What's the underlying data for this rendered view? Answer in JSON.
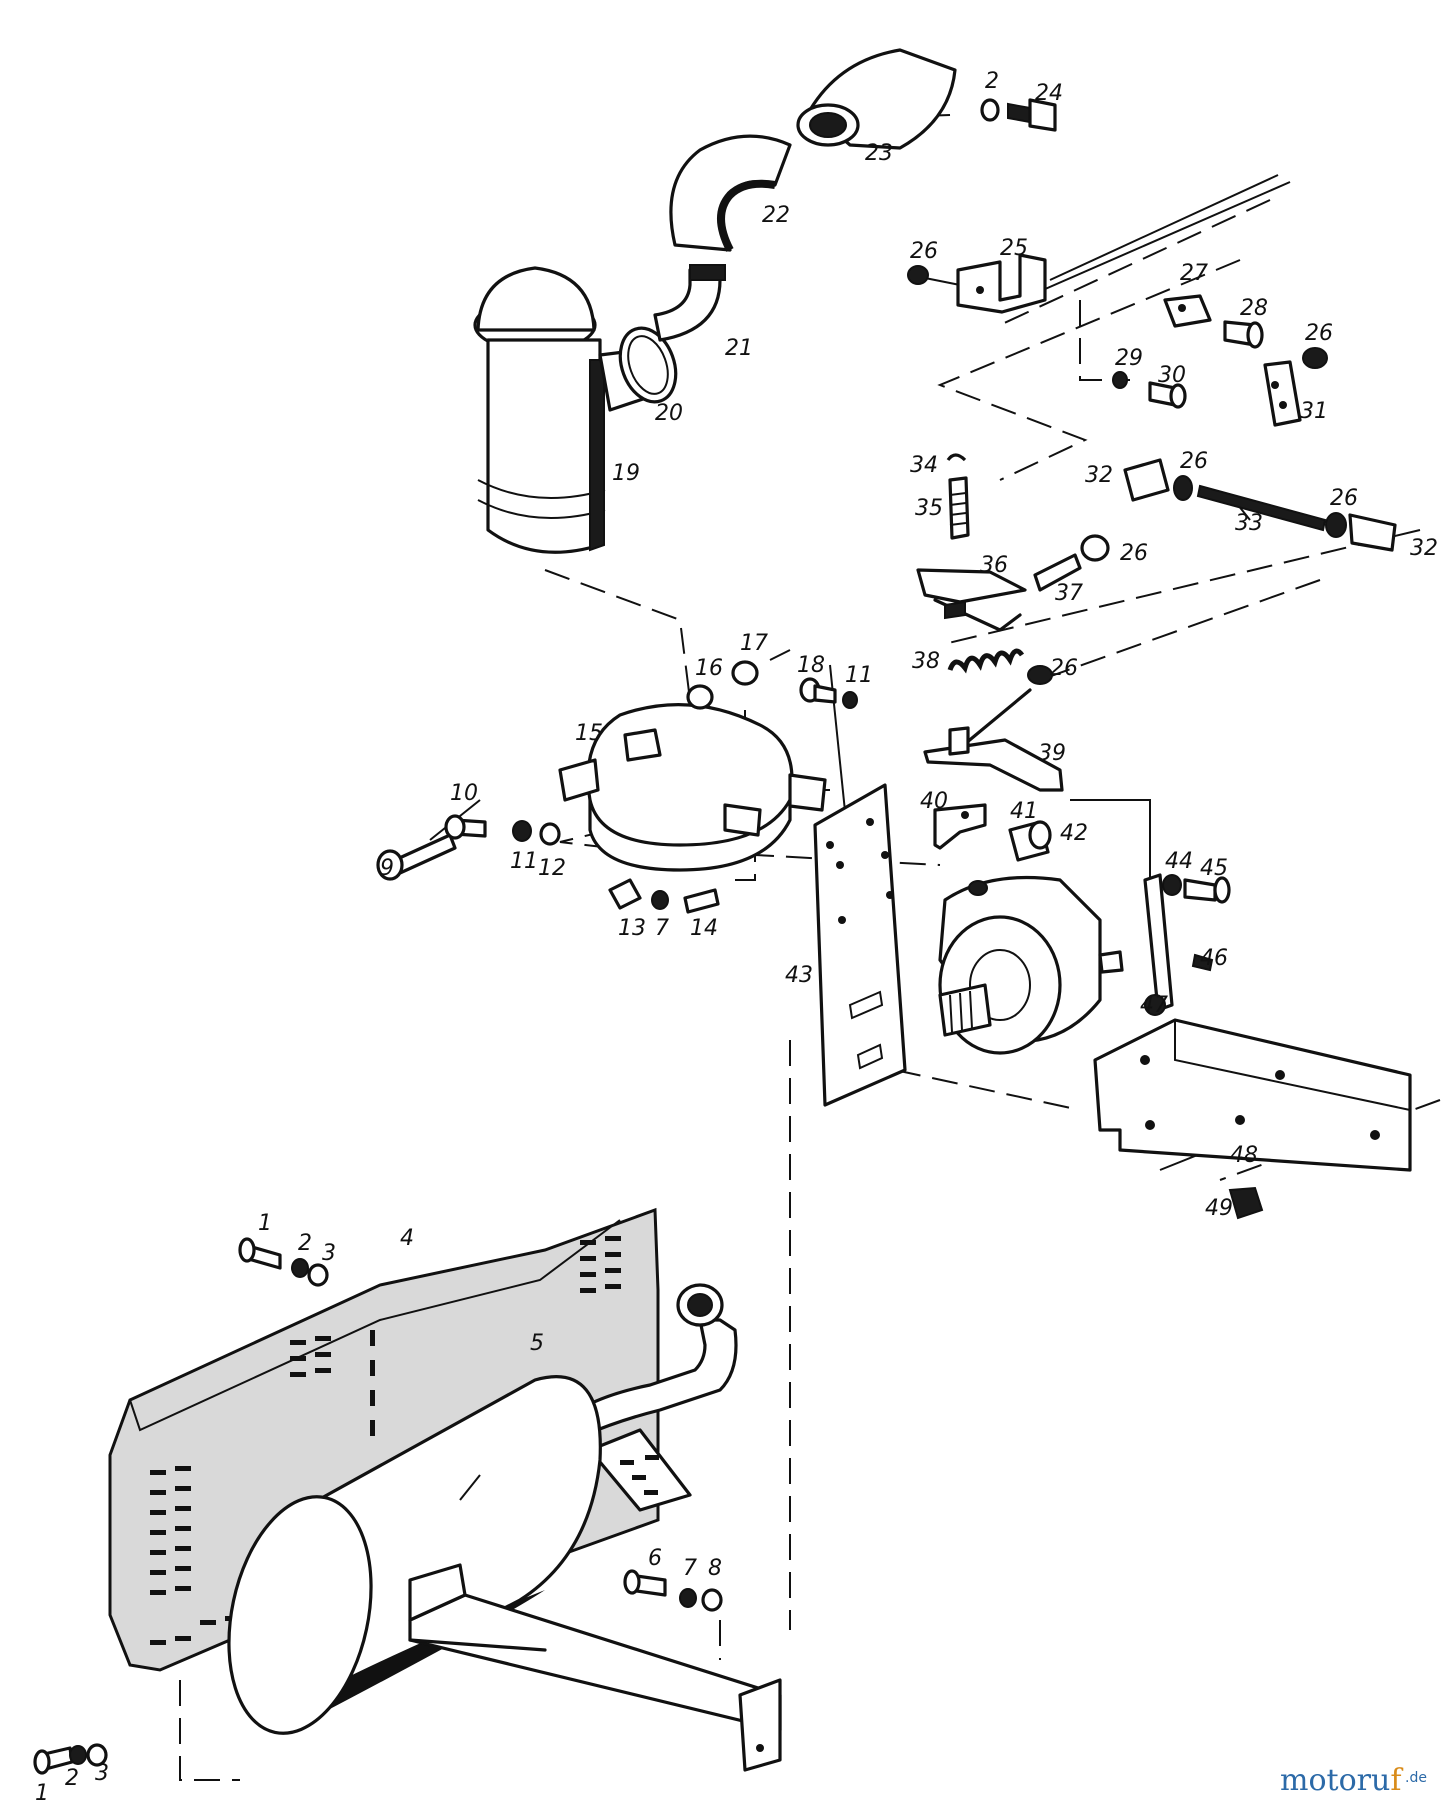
{
  "labels": [
    {
      "text": "1"
    },
    {
      "text": "2"
    },
    {
      "text": "3"
    },
    {
      "text": "4"
    },
    {
      "text": "5"
    },
    {
      "text": "6"
    },
    {
      "text": "7"
    },
    {
      "text": "8"
    },
    {
      "text": "9"
    },
    {
      "text": "10"
    },
    {
      "text": "11"
    },
    {
      "text": "12"
    },
    {
      "text": "13"
    },
    {
      "text": "7"
    },
    {
      "text": "14"
    },
    {
      "text": "15"
    },
    {
      "text": "16"
    },
    {
      "text": "17"
    },
    {
      "text": "18"
    },
    {
      "text": "11"
    },
    {
      "text": "19"
    },
    {
      "text": "20"
    },
    {
      "text": "21"
    },
    {
      "text": "22"
    },
    {
      "text": "23"
    },
    {
      "text": "2"
    },
    {
      "text": "24"
    },
    {
      "text": "25"
    },
    {
      "text": "26"
    },
    {
      "text": "27"
    },
    {
      "text": "28"
    },
    {
      "text": "26"
    },
    {
      "text": "29"
    },
    {
      "text": "30"
    },
    {
      "text": "31"
    },
    {
      "text": "32"
    },
    {
      "text": "26"
    },
    {
      "text": "33"
    },
    {
      "text": "26"
    },
    {
      "text": "32"
    },
    {
      "text": "34"
    },
    {
      "text": "35"
    },
    {
      "text": "36"
    },
    {
      "text": "26"
    },
    {
      "text": "37"
    },
    {
      "text": "38"
    },
    {
      "text": "26"
    },
    {
      "text": "39"
    },
    {
      "text": "40"
    },
    {
      "text": "41"
    },
    {
      "text": "42"
    },
    {
      "text": "43"
    },
    {
      "text": "44"
    },
    {
      "text": "45"
    },
    {
      "text": "46"
    },
    {
      "text": "47"
    },
    {
      "text": "48"
    },
    {
      "text": "49"
    },
    {
      "text": "1"
    },
    {
      "text": "2"
    },
    {
      "text": "3"
    }
  ],
  "watermark": {
    "main_a": "moto",
    "main_b": "r",
    "main_c": "u",
    "main_f": "f",
    "suffix": ".de"
  }
}
